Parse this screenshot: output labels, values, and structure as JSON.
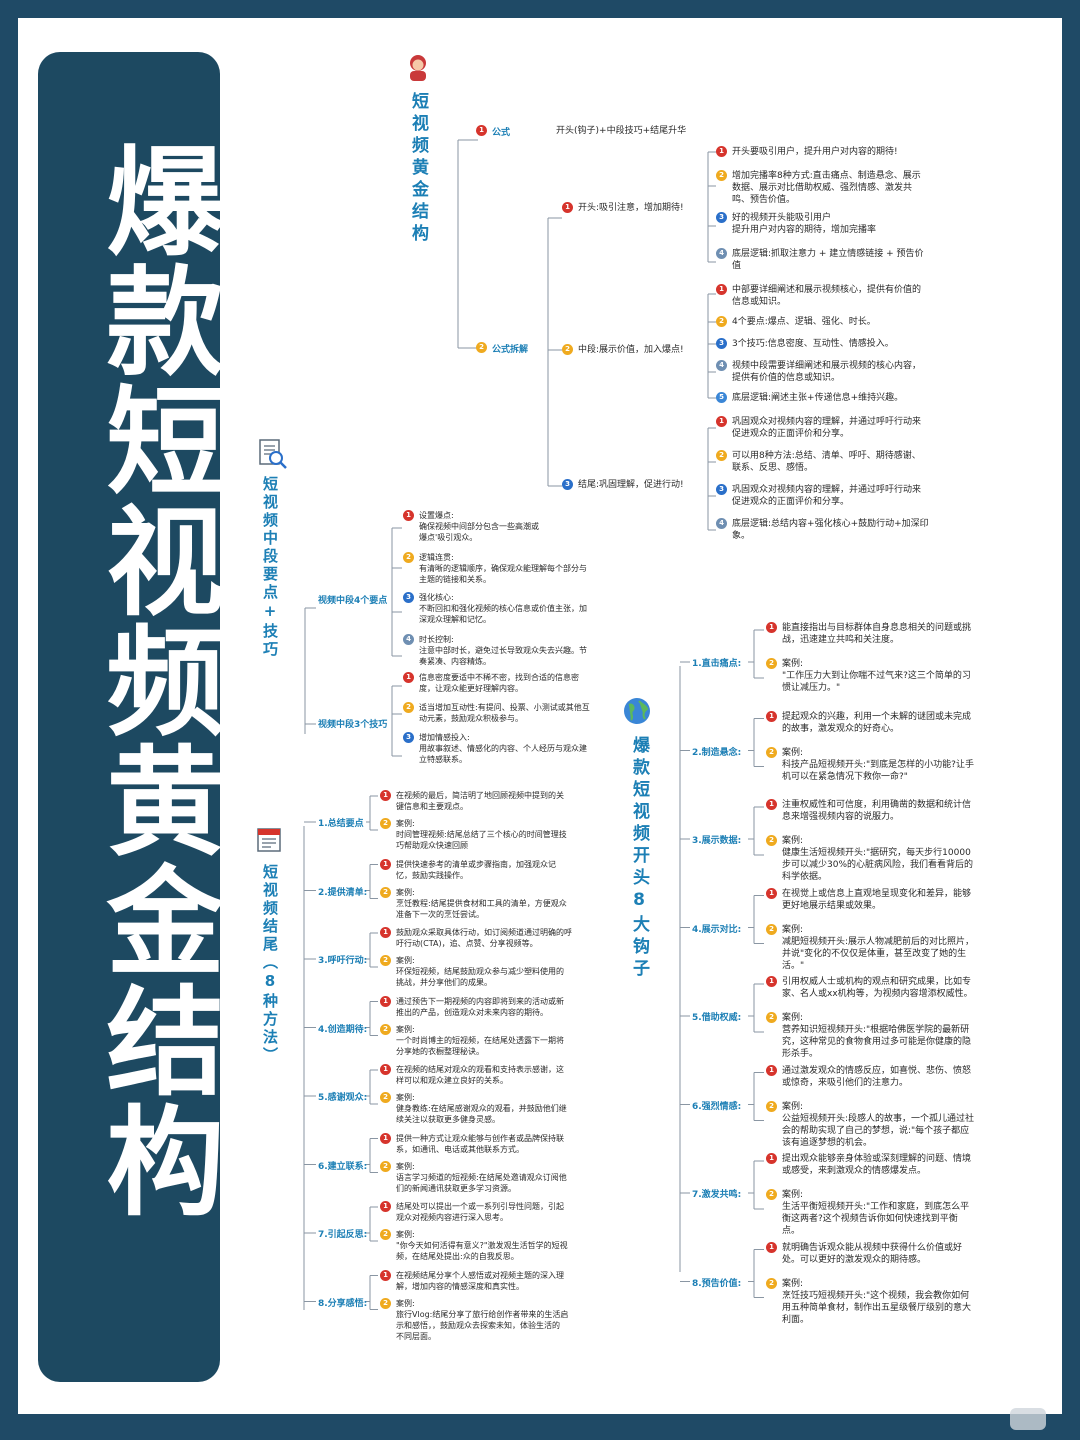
{
  "main_title": "爆款短视频黄金结构",
  "colors": {
    "accent": "#1d4961",
    "blue": "#1c7fb5",
    "red": "#d6342c",
    "orange": "#efaa1f"
  },
  "map1": {
    "title": "短视频黄金结构",
    "formula_label": "公式",
    "formula_text": "开头(钩子)+中段技巧+结尾升华",
    "breakdown_label": "公式拆解",
    "opening": {
      "label": "开头:吸引注意，增加期待!",
      "items": [
        "开头要吸引用户，提升用户对内容的期待!",
        "增加完播率8种方式:直击痛点、制造悬念、展示\n数据、展示对比借助权威、强烈情感、激发共\n鸣、预告价值。",
        "好的视频开头能吸引用户\n提升用户对内容的期待，增加完播率",
        "底层逻辑:抓取注意力 + 建立情感链接 + 预告价\n值"
      ]
    },
    "middle": {
      "label": "中段:展示价值，加入爆点!",
      "items": [
        "中部要详细阐述和展示视频核心，提供有价值的\n信息或知识。",
        "4个要点:爆点、逻辑、强化、时长。",
        "3个技巧:信息密度、互动性、情感投入。",
        "视频中段需要详细阐述和展示视频的核心内容，\n提供有价值的信息或知识。",
        "底层逻辑:阐述主张+传递信息+维持兴趣。"
      ]
    },
    "ending": {
      "label": "结尾:巩固理解，促进行动!",
      "items": [
        "巩固观众对视频内容的理解，并通过呼吁行动来\n促进观众的正面评价和分享。",
        "可以用8种方法:总结、清单、呼吁、期待感谢、\n联系、反思、感悟。",
        "巩固观众对视频内容的理解，并通过呼吁行动来\n促进观众的正面评价和分享。",
        "底层逻辑:总结内容+强化核心+鼓励行动+加深印\n象。"
      ]
    }
  },
  "map2": {
    "title": "短视频中段要点+技巧",
    "points_label": "视频中段4个要点",
    "points": [
      "设置爆点:\n确保视频中间部分包含一些高潮或\n爆点'吸引观众。",
      "逻辑连贯:\n有清晰的逻辑顺序，确保观众能理解每个部分与\n主题的链接和关系。",
      "强化核心:\n不断回扣和强化视频的核心信息或价值主张，加\n深观众理解和记忆。",
      "时长控制:\n注意中部时长，避免过长导致观众失去兴趣。节\n奏紧凑、内容精炼。"
    ],
    "tips_label": "视频中段3个技巧",
    "tips": [
      "信息密度要适中不稀不密，找到合适的信息密\n度，让观众能更好理解内容。",
      "适当增加互动性:有提问、投票、小测试或其他互\n动元素，鼓励观众积极参与。",
      "增加情感投入:\n用故事叙述、情感化的内容、个人经历与观众建\n立特感联系。"
    ]
  },
  "map3": {
    "title": "短视频结尾（8种方法）",
    "branches": [
      {
        "label": "1.总结要点",
        "a": "在视频的最后，简洁明了地回顾视频中提到的关\n键信息和主要观点。",
        "b": "案例:\n时间管理视频:结尾总结了三个核心的时间管理技\n巧帮助观众快速回顾"
      },
      {
        "label": "2.提供清单:",
        "a": "提供快速参考的清单或步骤指南，加强观众记\n忆，鼓励实践操作。",
        "b": "案例:\n烹饪教程:结尾提供食材和工具的清单，方便观众\n准备下一次的烹饪尝试。"
      },
      {
        "label": "3.呼吁行动:",
        "a": "鼓励观众采取具体行动，如订阅频道通过明确的呼\n吁行动(CTA)，追、点赞、分享视频等。",
        "b": "案例:\n环保短视频，结尾鼓励观众参与减少塑料使用的\n挑战，并分享他们的成果。"
      },
      {
        "label": "4.创造期待:",
        "a": "通过预告下一期视频的内容即将到来的活动或新\n推出的产品，创造观众对未来内容的期待。",
        "b": "案例:\n一个时尚博主的短视频，在结尾处透露下一期将\n分享她的衣橱整理秘诀。"
      },
      {
        "label": "5.感谢观众:",
        "a": "在视频的结尾对观众的观看和支持表示感谢，这\n样可以和观众建立良好的关系。",
        "b": "案例:\n健身教练:在结尾感谢观众的观看，并鼓励他们继\n续关注以获取更多健身灵感。"
      },
      {
        "label": "6.建立联系:",
        "a": "提供一种方式让观众能够与创作者或品牌保持联\n系，如通讯、电话或其他联系方式。",
        "b": "案例:\n语言学习频道的短视频:在结尾处邀请观众订阅他\n们的新闻通讯获取更多学习资源。"
      },
      {
        "label": "7.引起反思:",
        "a": "结尾处可以提出一个或一系列引导性问题，引起\n观众对视频内容进行深入思考。",
        "b": "案例:\n\"你今天如何活得有意义?\"激发观生活哲学的短视\n频，在结尾处提出:众的自我反思。"
      },
      {
        "label": "8.分享感悟:",
        "a": "在视频结尾分享个人感悟或对视频主题的深入理\n解，增加内容的情感深度和真实性。",
        "b": "案例:\n旅行Vlog:结尾分享了旅行给创作者带来的生活启\n示和感悟，，鼓励观众去探索未知，体验生活的\n不同层面。"
      }
    ]
  },
  "map4": {
    "title": "爆款短视频开头8大钩子",
    "branches": [
      {
        "label": "1.直击痛点:",
        "a": "能直接指出与目标群体自身息息相关的问题或挑\n战，迅速建立共鸣和关注度。",
        "b": "案例:\n\"工作压力大到让你喘不过气来?这三个简单的习\n惯让减压力。\""
      },
      {
        "label": "2.制造悬念:",
        "a": "提起观众的兴趣，利用一个未解的谜团或未完成\n的故事，激发观众的好奇心。",
        "b": "案例:\n科技产品短视频开头:\"到底是怎样的小功能?让手\n机可以在紧急情况下救你一命?\""
      },
      {
        "label": "3.展示数据:",
        "a": "注重权威性和可信度，利用确凿的数据和统计信\n息来增强视频内容的说服力。",
        "b": "案例:\n健康生活短视频开头:\"据研究，每天步行10000\n步可以减少30%的心脏病风险，我们看看背后的\n科学依据。"
      },
      {
        "label": "4.展示对比:",
        "a": "在视觉上或信息上直观地呈现变化和差异，能够\n更好地展示结果或效果。",
        "b": "案例:\n减肥短视频开头:展示人物减肥前后的对比照片，\n并说\"变化的不仅仅是体重，甚至改变了她的生\n活。\""
      },
      {
        "label": "5.借助权威:",
        "a": "引用权威人士或机构的观点和研究成果，比如专\n家、名人或xx机构等，为视频内容增添权威性。",
        "b": "案例:\n营养知识短视频开头:\"根据哈佛医学院的最新研\n究，这种常见的食物食用过多可能是你健康的隐\n形杀手。"
      },
      {
        "label": "6.强烈情感:",
        "a": "通过激发观众的情感反应，如喜悦、悲伤、愤怒\n或惊奇，来吸引他们的注意力。",
        "b": "案例:\n公益短视频开头:段感人的故事，一个孤儿通过社\n会的帮助实现了自己的梦想，说:\"每个孩子都应\n该有追逐梦想的机会。"
      },
      {
        "label": "7.激发共鸣:",
        "a": "提出观众能够亲身体验或深刻理解的问题、情境\n或感受，来刺激观众的情感爆发点。",
        "b": "案例:\n生活平衡短视频开头:\"工作和家庭，到底怎么平\n衡这两者?这个视频告诉你如何快速找到平衡\n点。"
      },
      {
        "label": "8.预告价值:",
        "a": "就明确告诉观众能从视频中获得什么价值或好\n处。可以更好的激发观众的期待感。",
        "b": "案例:\n烹饪技巧短视频开头:\"这个视频，我会教你如何\n用五种简单食材，制作出五星级餐厅级别的意大\n利面。"
      }
    ]
  }
}
